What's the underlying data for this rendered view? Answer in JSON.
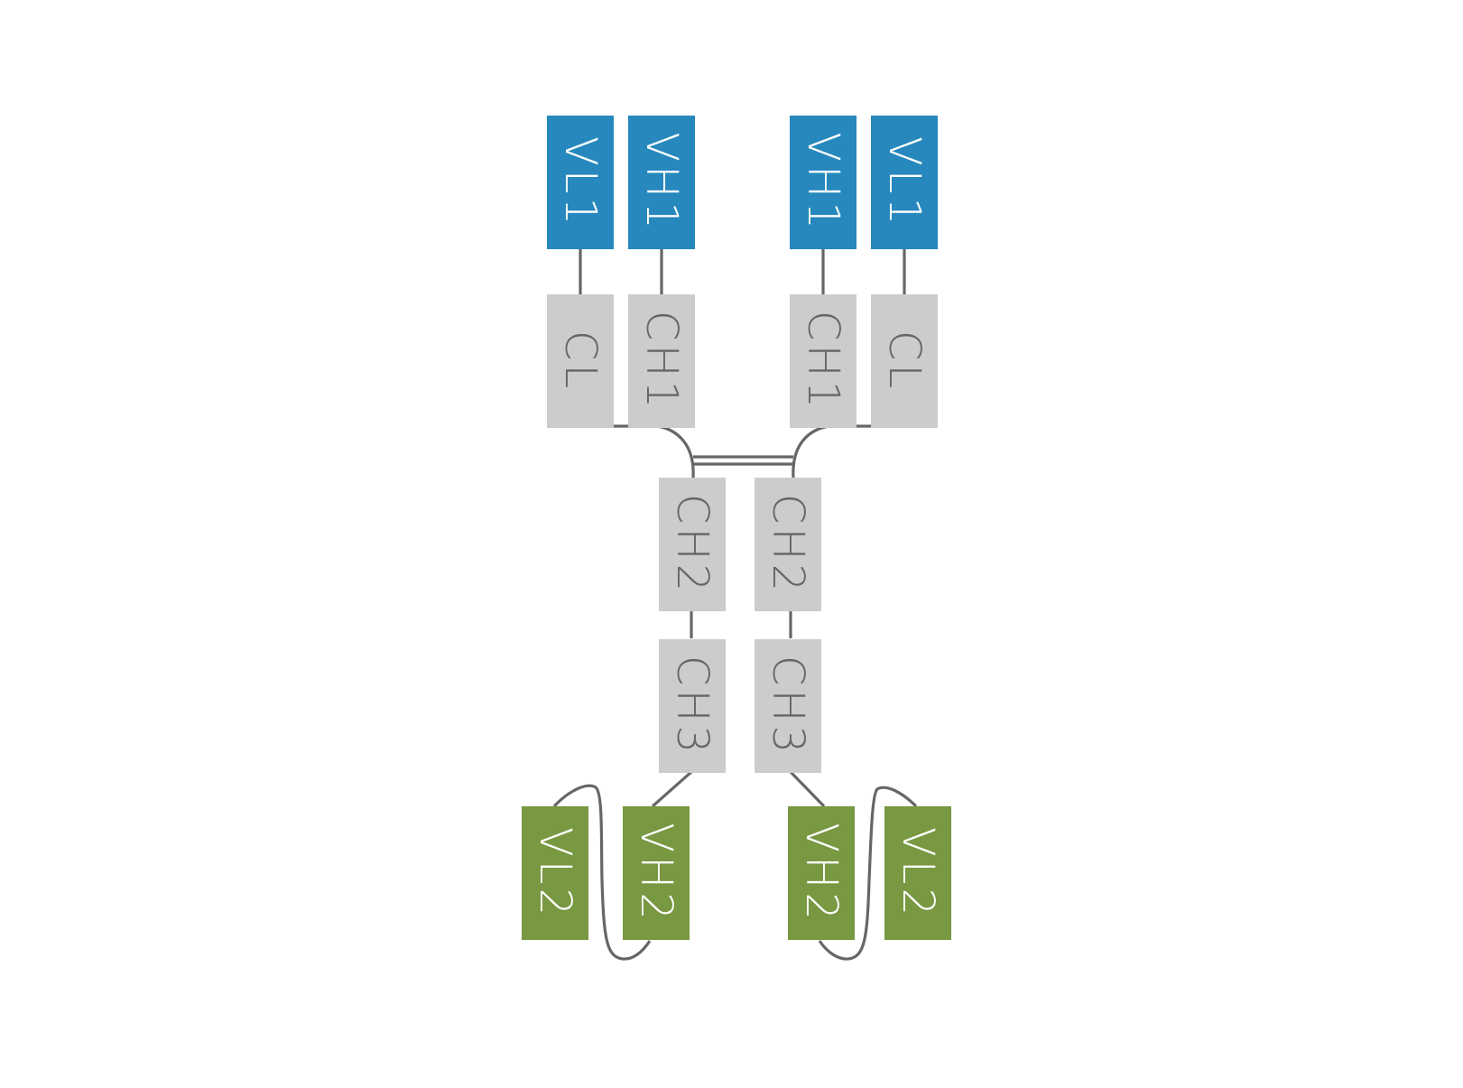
{
  "colors": {
    "variable_1": "#2788bd",
    "variable_2": "#789841",
    "constant": "#cccccc",
    "light_text": "#ffffff",
    "dark_text": "#666666",
    "connector": "#666666"
  },
  "domains": {
    "vl1_left": "VL1",
    "vh1_left": "VH1",
    "vh1_right": "VH1",
    "vl1_right": "VL1",
    "cl_left": "CL",
    "ch1_left": "CH1",
    "ch1_right": "CH1",
    "cl_right": "CL",
    "ch2_left": "CH2",
    "ch2_right": "CH2",
    "ch3_left": "CH3",
    "ch3_right": "CH3",
    "vl2_left": "VL2",
    "vh2_left": "VH2",
    "vh2_right": "VH2",
    "vl2_right": "VL2"
  }
}
